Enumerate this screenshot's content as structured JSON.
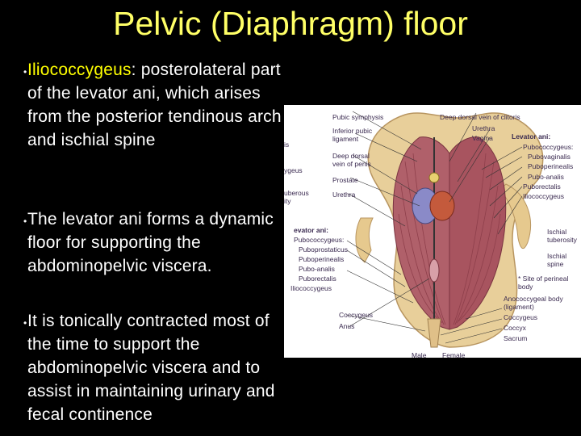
{
  "slide": {
    "title": "Pelvic (Diaphragm) floor",
    "bullets": [
      {
        "term": "Iliococcygeus",
        "text_after_term": ":  posterolateral part of the levator ani, which arises from the posterior tendinous arch and ischial spine"
      },
      {
        "text": "The levator ani forms a dynamic floor for supporting the abdominopelvic viscera."
      },
      {
        "text": "It is tonically contracted most of the time to support the abdominopelvic viscera and to assist in maintaining urinary and fecal continence"
      }
    ]
  },
  "figure": {
    "labels": {
      "pubic_symphysis": "Pubic symphysis",
      "deep_dorsal_vein_clitoris": "Deep dorsal vein of clitoris",
      "inferior_pubic_ligament": "Inferior pubic\nligament",
      "urethra_top": "Urethra",
      "vagina": "Vagina",
      "deep_dorsal_vein_penis": "Deep dorsal\nvein of penis",
      "prostate": "Prostate",
      "urethra_left": "Urethra",
      "levator_ani_right": "Levator ani:",
      "pubococcygeus_right": "Pubococcygeus:",
      "pubovaginalis": "Pubovaginalis",
      "puboperinealis_right": "Puboperinealis",
      "puboanalis_right": "Pubo-analis",
      "puborectalis_right": "Puborectalis",
      "iliococcygeus_right": "Iliococcygeus",
      "levator_ani_left": "evator ani:",
      "pubococcygeus_left": "Pubococcygeus:",
      "puboprostaticus": "Puboprostaticus",
      "puboperinealis_left": "Puboperinealis",
      "puboanalis_left": "Pubo-analis",
      "puborectalis_left": "Puborectalis",
      "iliococcygeus_left": "Iliococcygeus",
      "ischial_tuberosity": "Ischial\ntuberosity",
      "ischial_spine": "Ischial\nspine",
      "site_perineal_body": "* Site of perineal\nbody",
      "anococcygeal_body": "Anococcygeal body\n(ligament)",
      "coccygeus_right": "Coccygeus",
      "coccyx": "Coccyx",
      "sacrum": "Sacrum",
      "coccygeus_left": "Coccygeus",
      "anus": "Anus",
      "male": "Male",
      "female": "Female",
      "cut_is": "is",
      "cut_ygeus": "ygeus",
      "cut_uberous": "uberous\nity"
    }
  }
}
